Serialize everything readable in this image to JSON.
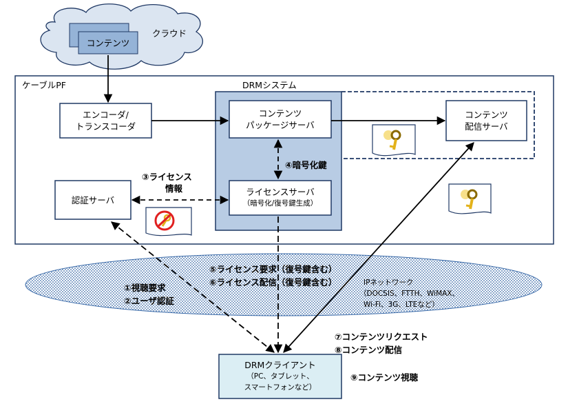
{
  "cloud": {
    "label": "クラウド",
    "content_label": "コンテンツ"
  },
  "cable_pf": {
    "label": "ケーブルPF"
  },
  "drm_system": {
    "label": "DRMシステム"
  },
  "encoder": {
    "line1": "エンコーダ/",
    "line2": "トランスコーダ"
  },
  "package_server": {
    "line1": "コンテンツ",
    "line2": "パッケージサーバ"
  },
  "license_server": {
    "line1": "ライセンスサーバ",
    "line2": "（暗号化/復号鍵生成）"
  },
  "delivery_server": {
    "line1": "コンテンツ",
    "line2": "配信サーバ"
  },
  "auth_server": {
    "label": "認証サーバ"
  },
  "encryption_key": {
    "label": "④暗号化鍵"
  },
  "license_info": {
    "line1": "③ライセンス",
    "line2": "情報"
  },
  "steps": {
    "s1": "①視聴要求",
    "s2": "②ユーザ認証",
    "s5": "⑤ライセンス要求（復号鍵含む）",
    "s6": "⑥ライセンス配信（復号鍵含む）",
    "s7": "⑦コンテンツリクエスト",
    "s8": "⑧コンテンツ配信",
    "s9": "⑨コンテンツ視聴"
  },
  "ip_network": {
    "line1": "IPネットワーク",
    "line2": "（DOCSIS、FTTH、WiMAX、",
    "line3": "Wi-Fi、3G、LTEなど）"
  },
  "drm_client": {
    "line1": "DRMクライアント",
    "line2": "（PC、タブレット、",
    "line3": "スマートフォンなど）"
  },
  "icons": {
    "key": "key-icon",
    "no_key": "prohibited-key-icon"
  },
  "colors": {
    "drm_fill": "#b8cce4",
    "client_fill": "#dbeef4",
    "cloud_fill": "#dbe5f1",
    "ellipse_fill": "#c6d9f1",
    "key_gold": "#e3b21a"
  }
}
